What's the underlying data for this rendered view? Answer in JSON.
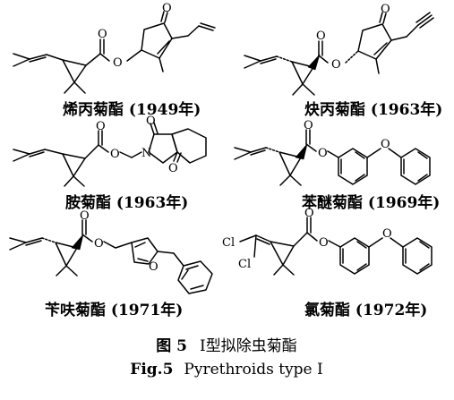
{
  "compounds": [
    {
      "label": "烯丙菊酯 (1949年)",
      "atoms": [
        "O",
        "O",
        "O"
      ]
    },
    {
      "label": "炔丙菊酯 (1963年)",
      "atoms": [
        "O",
        "O",
        "O"
      ]
    },
    {
      "label": "胺菊酯 (1963年)",
      "atoms": [
        "O",
        "O",
        "O",
        "O",
        "N"
      ]
    },
    {
      "label": "苯醚菊酯 (1969年)",
      "atoms": [
        "O",
        "O",
        "O"
      ]
    },
    {
      "label": "苄呋菊酯 (1971年)",
      "atoms": [
        "O",
        "O",
        "O"
      ]
    },
    {
      "label": "氯菊酯 (1972年)",
      "atoms": [
        "Cl",
        "Cl",
        "O",
        "O",
        "O"
      ]
    }
  ],
  "caption": {
    "cn_prefix": "图 5",
    "cn_text": "Ⅰ型拟除虫菊酯",
    "en_prefix": "Fig.5",
    "en_text": "Pyrethroids type Ⅰ"
  }
}
